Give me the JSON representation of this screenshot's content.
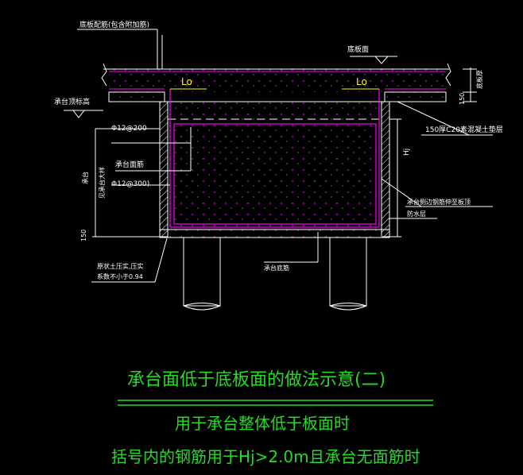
{
  "labels": {
    "top_rebar_note": "底板配筋(包含附加筋)",
    "slab_top": "底板面",
    "cap_top_elev": "承台顶标高",
    "lap_left": "Lo",
    "lap_right": "Lo",
    "dim_top_right": "底板厚",
    "dim_150_right": "150",
    "cushion": "150厚C20素混凝土垫层",
    "dim_hj": "Hj",
    "bar_phi12_200": "Φ12@200",
    "cap_face_bar": "承台面筋",
    "bar_phi12_300": "Φ12@300)",
    "side_note_1": "见承台大样",
    "side_note_2": "承台",
    "side_rebar": "承台侧边钢筋伸至板顶",
    "waterproof": "防水层",
    "dim_150_left": "150",
    "backfill_1": "原状土压实,压实",
    "backfill_2": "系数不小于0.94",
    "cap_bottom_bar": "承台底筋"
  },
  "title": "承台面低于底板面的做法示意(二)",
  "notes": {
    "line1": "用于承台整体低于板面时",
    "line2": "括号内的钢筋用于Hj>2.0m且承台无面筋时"
  },
  "colors": {
    "background": "#000000",
    "outline": "#ffffff",
    "rebar": "#ff00ff",
    "lap": "#ffff00",
    "title": "#22dd22"
  }
}
